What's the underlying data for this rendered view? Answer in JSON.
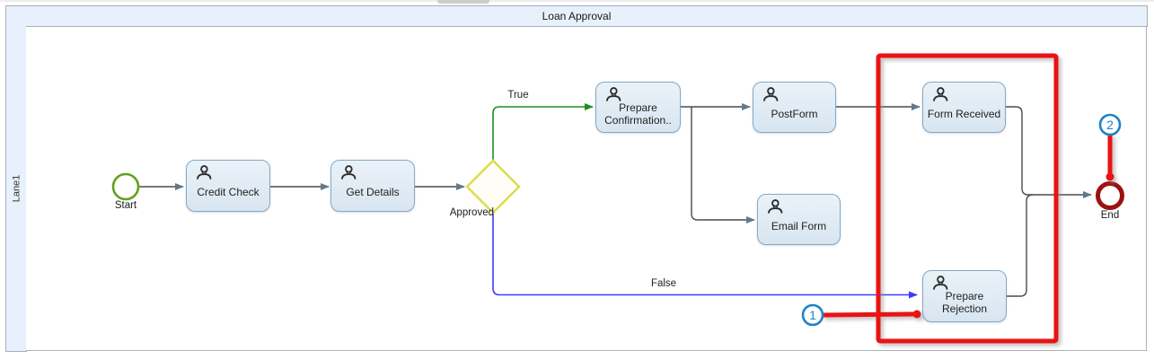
{
  "pool": {
    "title": "Loan Approval",
    "lane_label": "Lane1"
  },
  "events": {
    "start": {
      "label": "Start"
    },
    "end": {
      "label": "End"
    }
  },
  "gateway": {
    "label": "Approved"
  },
  "flows": {
    "true_label": "True",
    "false_label": "False"
  },
  "tasks": [
    {
      "id": "credit-check",
      "label": "Credit Check",
      "type": "user-task"
    },
    {
      "id": "get-details",
      "label": "Get Details",
      "type": "user-task"
    },
    {
      "id": "prepare-confirmation",
      "label": "Prepare Confirmation..",
      "type": "user-task"
    },
    {
      "id": "postform",
      "label": "PostForm",
      "type": "user-task"
    },
    {
      "id": "email-form",
      "label": "Email Form",
      "type": "user-task"
    },
    {
      "id": "form-received",
      "label": "Form Received",
      "type": "user-task"
    },
    {
      "id": "prepare-rejection",
      "label": "Prepare Rejection",
      "type": "user-task"
    }
  ],
  "annotations": {
    "marker1": {
      "number": "1"
    },
    "marker2": {
      "number": "2"
    },
    "highlight_color": "#ea1313",
    "marker_color": "#1d82c8"
  },
  "colors": {
    "pool_fill": "#e8f1fb",
    "task_fill": "#dfeaf3",
    "task_border": "#85a9c6",
    "start_event": "#61a120",
    "end_event": "#9c1111",
    "gateway_stroke": "#dbdc4e",
    "flow_true": "#1e8e1e",
    "flow_false": "#3b3bff",
    "flow_default": "#4a4a4a"
  }
}
